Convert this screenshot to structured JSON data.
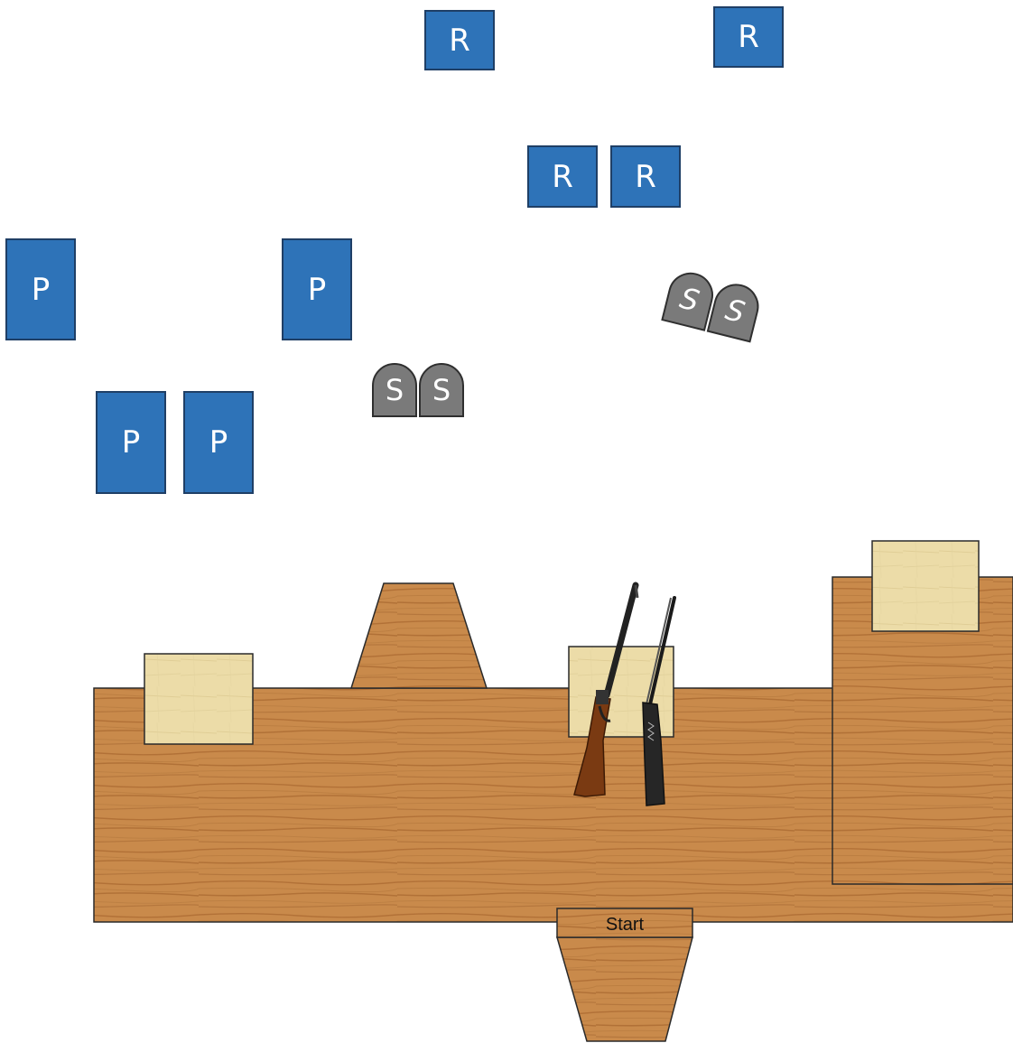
{
  "targets": {
    "r_label": "R",
    "p_label": "P"
  },
  "stones": {
    "label": "S"
  },
  "stage": {
    "start_label": "Start"
  },
  "colors": {
    "target_fill": "#2e73b8",
    "stone_fill": "#7a7a7a",
    "wood": "#c98a4b"
  },
  "icons": [
    "lever-rifle-icon",
    "shotgun-icon",
    "parchment-table"
  ]
}
